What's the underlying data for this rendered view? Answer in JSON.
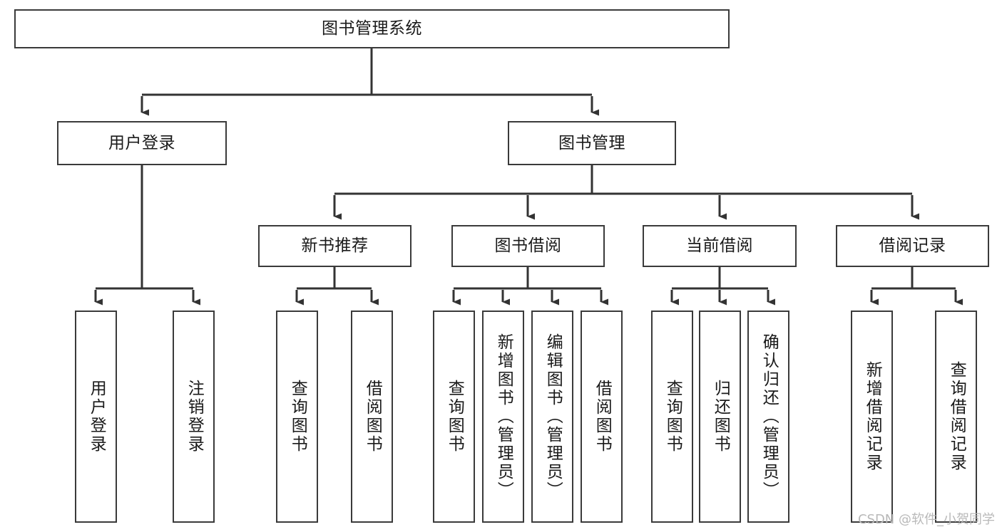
{
  "diagram": {
    "title": "图书管理系统",
    "type": "hierarchy-tree",
    "watermark": "CSDN @软件_小贺同学",
    "colors": {
      "box_border": "#3a3a3a",
      "box_fill": "#ffffff",
      "connector": "#333333",
      "text": "#1a1a1a",
      "watermark": "#b9b9b9",
      "background": "#ffffff"
    },
    "nodes": {
      "root": {
        "label": "图书管理系统"
      },
      "level2": [
        {
          "id": "user-login",
          "label": "用户登录"
        },
        {
          "id": "book-management",
          "label": "图书管理"
        }
      ],
      "level3": [
        {
          "id": "new-book-recommend",
          "label": "新书推荐"
        },
        {
          "id": "book-borrow",
          "label": "图书借阅"
        },
        {
          "id": "current-borrow",
          "label": "当前借阅"
        },
        {
          "id": "borrow-record",
          "label": "借阅记录"
        }
      ],
      "leaves": {
        "user_login": [
          {
            "id": "leaf-user-login",
            "label": "用户登录"
          },
          {
            "id": "leaf-logout",
            "label": "注销登录"
          }
        ],
        "new_book_recommend": [
          {
            "id": "leaf-query-book-1",
            "label": "查询图书"
          },
          {
            "id": "leaf-borrow-book-1",
            "label": "借阅图书"
          }
        ],
        "book_borrow": [
          {
            "id": "leaf-query-book-2",
            "label": "查询图书"
          },
          {
            "id": "leaf-add-book",
            "label": "新增图书（管理员）"
          },
          {
            "id": "leaf-edit-book",
            "label": "编辑图书（管理员）"
          },
          {
            "id": "leaf-borrow-book-2",
            "label": "借阅图书"
          }
        ],
        "current_borrow": [
          {
            "id": "leaf-query-book-3",
            "label": "查询图书"
          },
          {
            "id": "leaf-return-book",
            "label": "归还图书"
          },
          {
            "id": "leaf-confirm-return",
            "label": "确认归还（管理员）"
          }
        ],
        "borrow_record": [
          {
            "id": "leaf-add-record",
            "label": "新增借阅记录"
          },
          {
            "id": "leaf-query-record",
            "label": "查询借阅记录"
          }
        ]
      }
    }
  }
}
